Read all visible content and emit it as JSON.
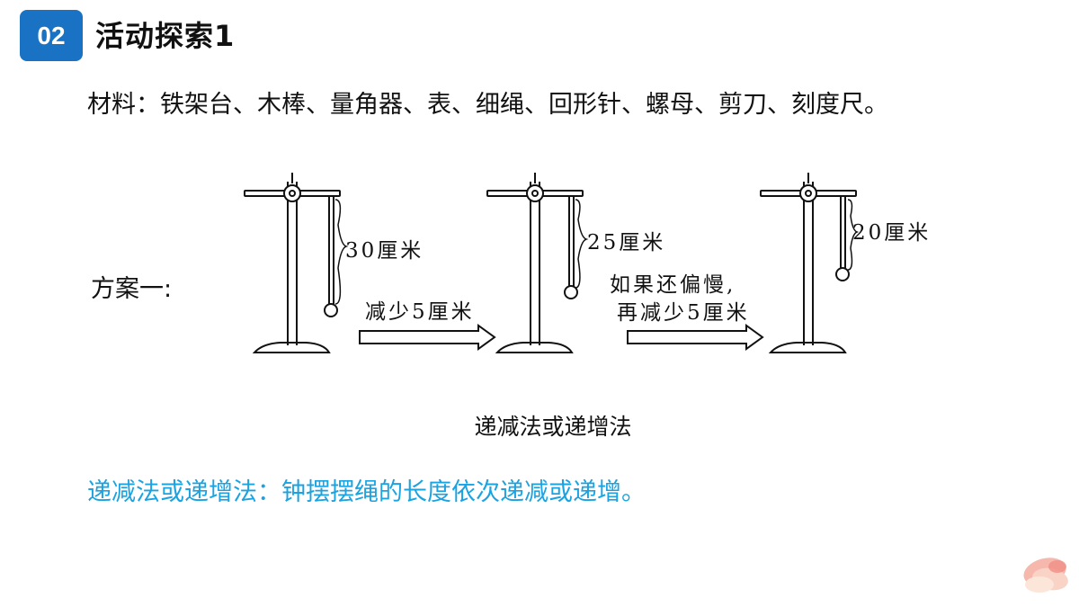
{
  "header": {
    "number": "02",
    "title": "活动探索1",
    "accent_color": "#1a72c4"
  },
  "materials": "材料：铁架台、木棒、量角器、表、细绳、回形针、螺母、剪刀、刻度尺。",
  "plan_label": "方案一:",
  "diagram": {
    "stands": [
      {
        "length_label": "30厘米",
        "rope_length_cm": 30
      },
      {
        "length_label": "25厘米",
        "rope_length_cm": 25
      },
      {
        "length_label": "20厘米",
        "rope_length_cm": 20
      }
    ],
    "arrows": [
      {
        "lines": [
          "减少5厘米"
        ]
      },
      {
        "lines": [
          "如果还偏慢,",
          "再减少5厘米"
        ]
      }
    ]
  },
  "caption": "递减法或递增法",
  "summary": {
    "text": "递减法或递增法：钟摆摆绳的长度依次递减或递增。",
    "color": "#1aa3e0"
  }
}
